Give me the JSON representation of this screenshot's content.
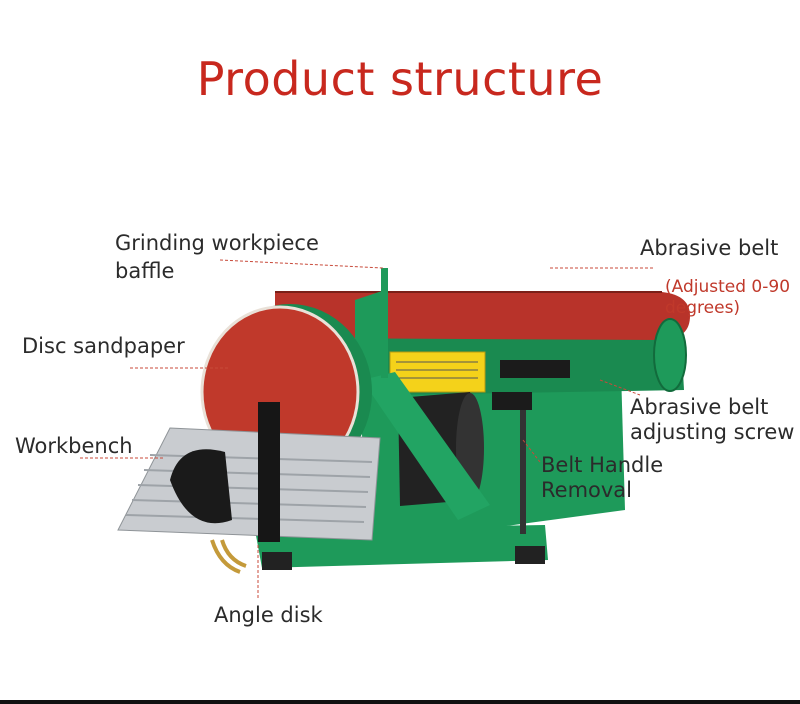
{
  "title": "Product structure",
  "colors": {
    "title": "#c8281e",
    "machine_green": "#1e9a5a",
    "belt_red": "#b8332a",
    "disc_red": "#c0392b",
    "workbench_silver": "#c9ccd0",
    "leader_line": "#c84a3a"
  },
  "labels": {
    "baffle_line1": "Grinding workpiece",
    "baffle_line2": "baffle",
    "disc": "Disc sandpaper",
    "workbench": "Workbench",
    "angle": "Angle disk",
    "belt": "Abrasive belt",
    "belt_note_line1": "(Adjusted 0-90",
    "belt_note_line2": "degrees)",
    "screw_line1": "Abrasive belt",
    "screw_line2": "adjusting screw",
    "handle_line1": "Belt Handle",
    "handle_line2": "Removal"
  }
}
